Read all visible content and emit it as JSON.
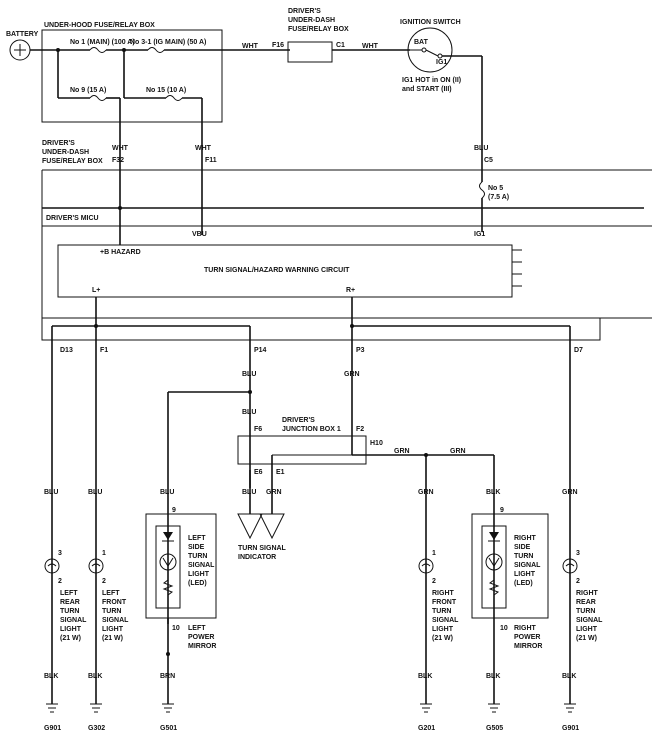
{
  "boxes": {
    "battery": "BATTERY",
    "underhood": "UNDER-HOOD FUSE/RELAY BOX",
    "dash_top_1": "DRIVER'S",
    "dash_top_2": "UNDER-DASH",
    "dash_top_3": "FUSE/RELAY BOX",
    "ignition": "IGNITION SWITCH",
    "dash_left_1": "DRIVER'S",
    "dash_left_2": "UNDER-DASH",
    "dash_left_3": "FUSE/RELAY BOX",
    "micu": "DRIVER'S MICU",
    "circuit": "TURN SIGNAL/HAZARD WARNING CIRCUIT",
    "junction_1": "DRIVER'S",
    "junction_2": "JUNCTION BOX 1",
    "indicator_1": "TURN SIGNAL",
    "indicator_2": "INDICATOR"
  },
  "fuses": {
    "main": "No 1 (MAIN) (100 A)",
    "ig_main": "No 3-1 (IG MAIN) (50 A)",
    "no9": "No 9 (15 A)",
    "no15": "No 15 (10 A)",
    "no5_a": "No 5",
    "no5_b": "(7.5 A)"
  },
  "ignition": {
    "bat": "BAT",
    "ig1": "IG1",
    "note_1": "IG1 HOT in ON (II)",
    "note_2": "and START (III)"
  },
  "terminals": {
    "f16": "F16",
    "c1": "C1",
    "f32": "F32",
    "f11": "F11",
    "c5": "C5",
    "vbu": "VBU",
    "ig1": "IG1",
    "b_hazard": "+B HAZARD",
    "l_plus": "L+",
    "r_plus": "R+",
    "d13": "D13",
    "f1": "F1",
    "p14": "P14",
    "p3": "P3",
    "d7": "D7",
    "f6": "F6",
    "f2": "F2",
    "h10": "H10",
    "e6": "E6",
    "e1": "E1"
  },
  "wires": {
    "wht1": "WHT",
    "wht2": "WHT",
    "wht3": "WHT",
    "wht4": "WHT",
    "blu_ign": "BLU",
    "blu_p14": "BLU",
    "blu_p14b": "BLU",
    "grn_p3": "GRN",
    "grn_h10a": "GRN",
    "grn_h10b": "GRN",
    "blu_lr": "BLU",
    "blu_lf": "BLU",
    "blu_lm": "BLU",
    "blu_e6": "BLU",
    "grn_e1": "GRN",
    "grn_rf": "GRN",
    "blk_rm": "BLK",
    "grn_rr": "GRN",
    "blk_g1": "BLK",
    "blk_g2": "BLK",
    "brn_g3": "BRN",
    "blk_g4": "BLK",
    "blk_g5": "BLK",
    "blk_g6": "BLK"
  },
  "lights": {
    "left_rear": [
      "LEFT",
      "REAR",
      "TURN",
      "SIGNAL",
      "LIGHT",
      "(21 W)"
    ],
    "left_front": [
      "LEFT",
      "FRONT",
      "TURN",
      "SIGNAL",
      "LIGHT",
      "(21 W)"
    ],
    "left_side": [
      "LEFT",
      "SIDE",
      "TURN",
      "SIGNAL",
      "LIGHT",
      "(LED)"
    ],
    "left_mirror": [
      "LEFT",
      "POWER",
      "MIRROR"
    ],
    "right_front": [
      "RIGHT",
      "FRONT",
      "TURN",
      "SIGNAL",
      "LIGHT",
      "(21 W)"
    ],
    "right_side": [
      "RIGHT",
      "SIDE",
      "TURN",
      "SIGNAL",
      "LIGHT",
      "(LED)"
    ],
    "right_mirror": [
      "RIGHT",
      "POWER",
      "MIRROR"
    ],
    "right_rear": [
      "RIGHT",
      "REAR",
      "TURN",
      "SIGNAL",
      "LIGHT",
      "(21 W)"
    ]
  },
  "pins": {
    "lr_top": "3",
    "lr_bot": "2",
    "lf_top": "1",
    "lf_bot": "2",
    "lm_top": "9",
    "lm_bot": "10",
    "rf_top": "1",
    "rf_bot": "2",
    "rm_top": "9",
    "rm_bot": "10",
    "rr_top": "3",
    "rr_bot": "2"
  },
  "grounds": {
    "g1": "G901",
    "g2": "G302",
    "g3": "G501",
    "g4": "G201",
    "g5": "G505",
    "g6": "G901"
  }
}
